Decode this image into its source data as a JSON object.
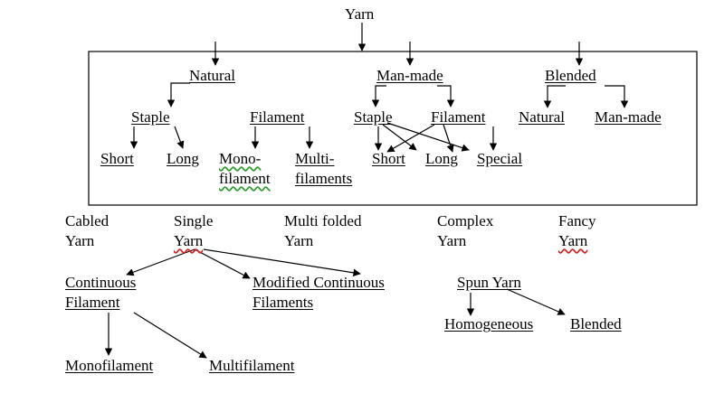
{
  "root": "Yarn",
  "categories": {
    "natural": "Natural",
    "man_made": "Man-made",
    "blended": "Blended"
  },
  "natural_branch": {
    "staple": "Staple",
    "filament": "Filament",
    "short": "Short",
    "long": "Long",
    "mono_1": "Mono-",
    "mono_2": "filament",
    "multi_1": "Multi-",
    "multi_2": "filaments"
  },
  "man_made_branch": {
    "staple": "Staple",
    "filament": "Filament",
    "short": "Short",
    "long": "Long",
    "special": "Special"
  },
  "blended_branch": {
    "natural": "Natural",
    "man_made": "Man-made"
  },
  "yarn_types": {
    "cabled_1": "Cabled",
    "cabled_2": "Yarn",
    "single_1": "Single",
    "single_2": "Yarn",
    "multi_folded_1": "Multi folded",
    "multi_folded_2": "Yarn",
    "complex_1": "Complex",
    "complex_2": "Yarn",
    "fancy_1": "Fancy",
    "fancy_2": "Yarn"
  },
  "single_branch": {
    "continuous_1": "Continuous",
    "continuous_2": "Filament",
    "modified_1": "Modified Continuous",
    "modified_2": "Filaments",
    "monofilament": "Monofilament",
    "multifilament": "Multifilament"
  },
  "spun_branch": {
    "spun_yarn": "Spun Yarn",
    "homogeneous": "Homogeneous",
    "blended": "Blended"
  },
  "colors": {
    "line": "#000000",
    "spell_green": "#2a9a2a",
    "spell_red": "#d02020"
  }
}
